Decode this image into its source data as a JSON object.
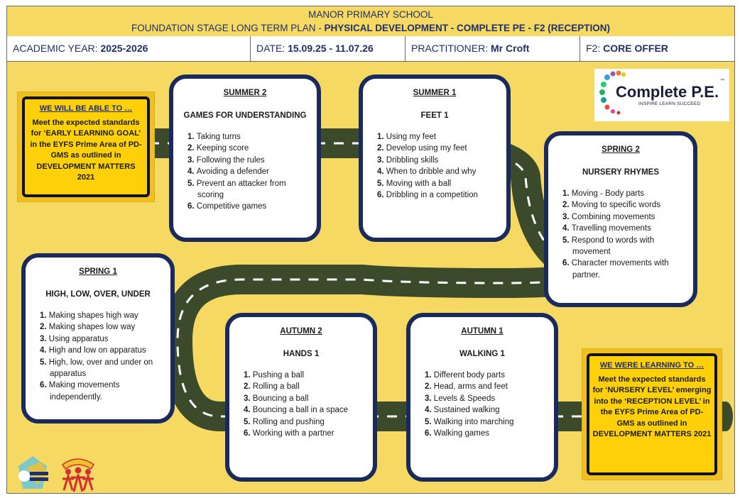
{
  "header": {
    "school": "MANOR PRIMARY SCHOOL",
    "plan_prefix": "FOUNDATION STAGE LONG TERM PLAN - ",
    "plan_bold": "PHYSICAL DEVELOPMENT - COMPLETE PE - F2 (RECEPTION)"
  },
  "info": {
    "year_label": "ACADEMIC YEAR: ",
    "year_value": "2025-2026",
    "date_label": "DATE:  ",
    "date_value": "15.09.25 - 11.07.26",
    "practitioner_label": "PRACTITIONER: ",
    "practitioner_value": "Mr Croft",
    "offer_label": "F2: ",
    "offer_value": "CORE OFFER"
  },
  "sign_goal": {
    "header": "WE WILL BE ABLE TO …",
    "text": "Meet the expected standards for ‘EARLY LEARNING GOAL’ in the EYFS Prime Area of PD-GMS as outlined in DEVELOPMENT  MATTERS 2021"
  },
  "sign_start": {
    "header": "WE WERE LEARNING TO …",
    "text": "Meet the expected standards for ‘NURSERY LEVEL’ emerging into the ‘RECEPTION  LEVEL’ in the EYFS Prime Area of PD-GMS as outlined in DEVELOPMENT MATTERS  2021"
  },
  "logo": {
    "name": "Complete P.E.",
    "tagline": "INSPIRE LEARN SUCCEED",
    "tm": "™"
  },
  "cards": {
    "summer2": {
      "term": "SUMMER 2",
      "topic": "GAMES FOR UNDERSTANDING",
      "items": [
        "Taking turns",
        "Keeping score",
        "Following the rules",
        "Avoiding a defender",
        "Prevent an attacker from scoring",
        "Competitive games"
      ]
    },
    "summer1": {
      "term": "SUMMER 1",
      "topic": "FEET 1",
      "items": [
        "Using my feet",
        "Develop using my feet",
        "Dribbling skills",
        "When to dribble and why",
        "Moving with a ball",
        "Dribbling in a competition"
      ]
    },
    "spring2": {
      "term": "SPRING 2",
      "topic": "NURSERY RHYMES",
      "items": [
        "Moving - Body parts",
        "Moving to specific words",
        "Combining movements",
        "Travelling movements",
        "Respond to words with movement",
        "Character movements with partner."
      ]
    },
    "spring1": {
      "term": "SPRING 1",
      "topic": "HIGH, LOW, OVER, UNDER",
      "items": [
        "Making shapes high way",
        "Making shapes low way",
        "Using apparatus",
        "High and low on apparatus",
        "High, low, over and under on apparatus",
        "Making movements independently."
      ]
    },
    "autumn2": {
      "term": "AUTUMN 2",
      "topic": "HANDS 1",
      "items": [
        "Pushing a ball",
        "Rolling a ball",
        "Bouncing a ball",
        "Bouncing a ball in a space",
        "Rolling and pushing",
        "Working with a partner"
      ]
    },
    "autumn1": {
      "term": "AUTUMN 1",
      "topic": "WALKING 1",
      "items": [
        "Different body parts",
        "Head, arms and feet",
        "Levels & Speeds",
        "Sustained walking",
        "Walking into marching",
        "Walking games"
      ]
    }
  },
  "colors": {
    "background": "#f6d962",
    "road": "#3c4a2c",
    "card_border": "#1b2a5c",
    "sign": "#fdd00a",
    "title_text": "#1f2f6b"
  }
}
